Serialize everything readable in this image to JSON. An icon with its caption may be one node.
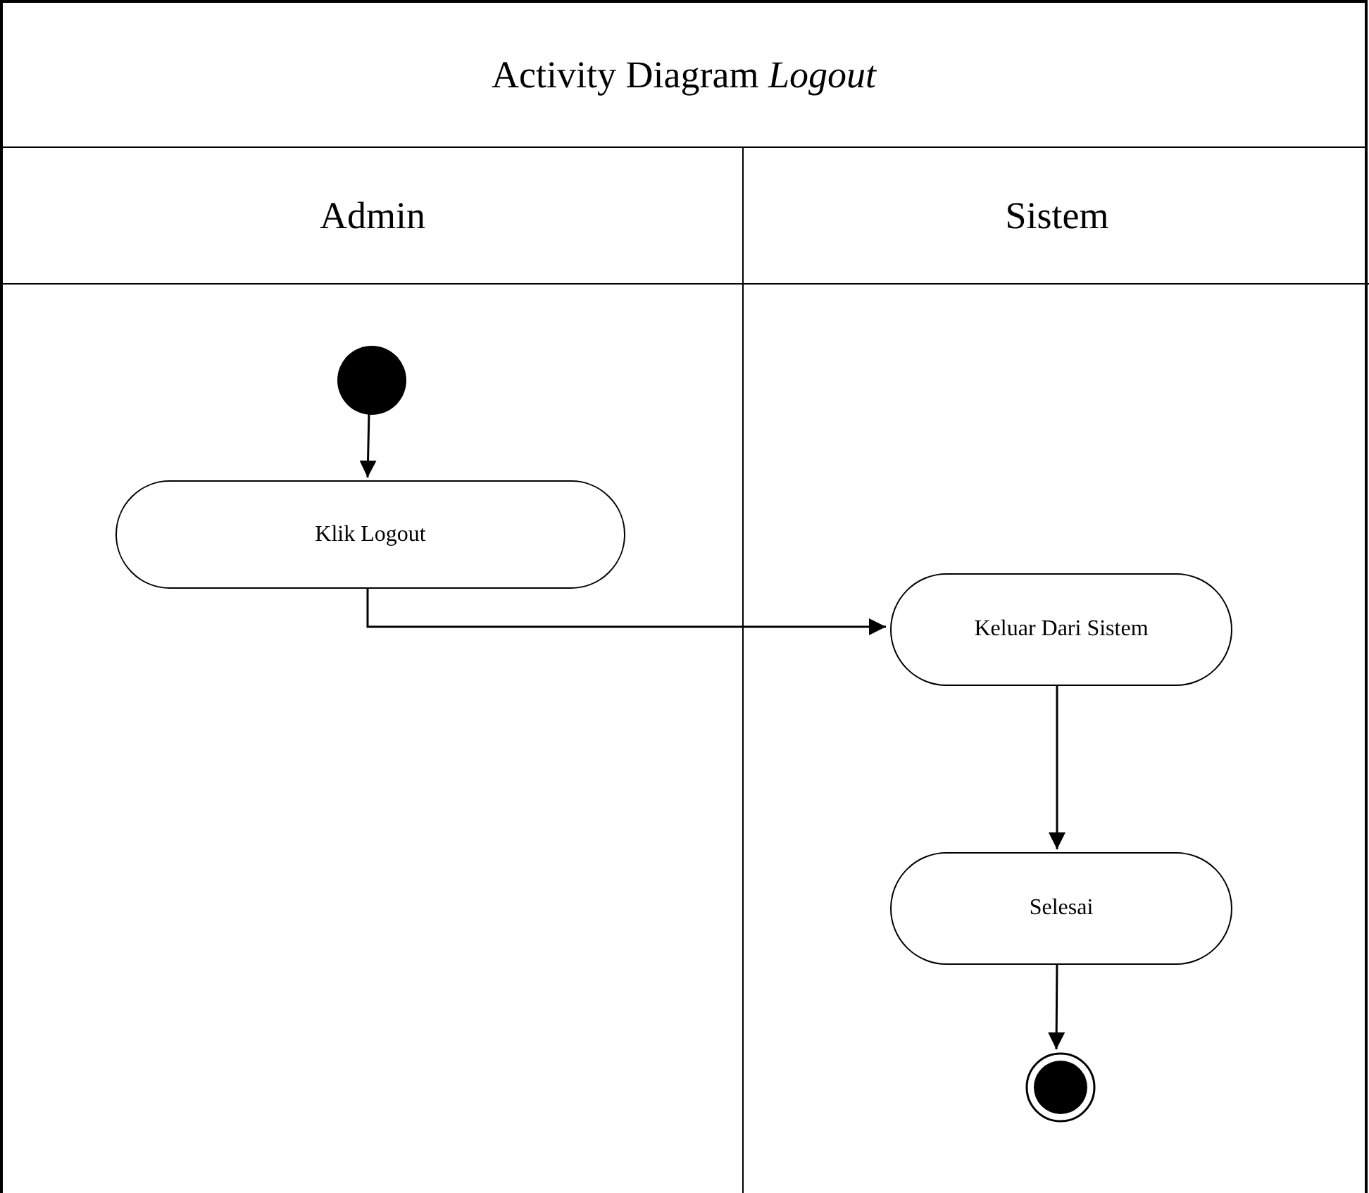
{
  "diagram": {
    "nodes": [
      {
        "text": [
          "Activity Diagram *Logout*"
        ]
      },
      {
        "text": [
          "Admin"
        ],
        "in": 0
      },
      {
        "text": [
          "Sistem"
        ],
        "in": 0
      },
      {
        "text": [],
        "shape": "circle",
        "in": 1
      },
      {
        "text": [
          "Klik Logout"
        ],
        "in": 1
      },
      {
        "text": [
          "Keluar Dari Sistem"
        ],
        "in": 2
      },
      {
        "text": [
          "Selesai"
        ],
        "in": 2
      },
      {
        "text": [],
        "shape": "circle",
        "in": 2
      }
    ],
    "edges": [
      {
        "from": 3,
        "to": 4,
        "arrow": "to"
      },
      {
        "from": 4,
        "to": 5,
        "arrow": "to"
      },
      {
        "from": 5,
        "to": 6,
        "arrow": "to"
      },
      {
        "from": 6,
        "to": 7,
        "arrow": "to"
      }
    ]
  }
}
